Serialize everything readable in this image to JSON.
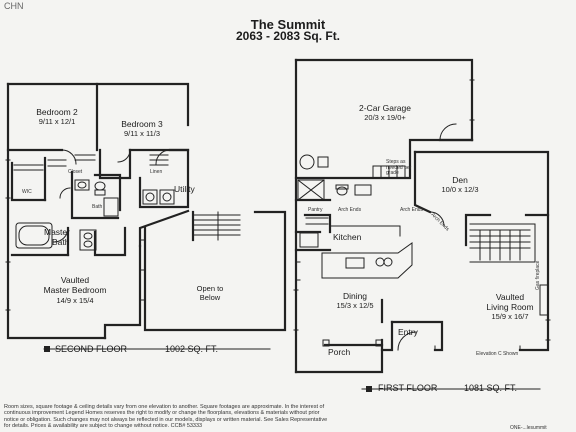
{
  "header": {
    "corner_mark": "CHN",
    "title": "The Summit",
    "subtitle": "2063 - 2083 Sq. Ft."
  },
  "second_floor": {
    "label": "SECOND FLOOR",
    "area": "1002 SQ. FT.",
    "rooms": {
      "bedroom2": {
        "name": "Bedroom 2",
        "dims": "9/11 x 12/1"
      },
      "bedroom3": {
        "name": "Bedroom 3",
        "dims": "9/11 x 11/3"
      },
      "utility": {
        "name": "Utility"
      },
      "master_bath": {
        "name_line1": "Master",
        "name_line2": "Bath"
      },
      "master_bedroom": {
        "name_line1": "Vaulted",
        "name_line2": "Master Bedroom",
        "dims": "14/9 x 15/4"
      },
      "open_to_below": {
        "line1": "Open to",
        "line2": "Below"
      }
    },
    "small_labels": {
      "closet": "Closet",
      "bath": "Bath",
      "wic": "WIC",
      "linen": "Linen"
    }
  },
  "first_floor": {
    "label": "FIRST FLOOR",
    "area": "1081 SQ. FT.",
    "rooms": {
      "garage": {
        "name": "2-Car Garage",
        "dims": "20/3 x 19/0+"
      },
      "den": {
        "name": "Den",
        "dims": "10/0 x 12/3"
      },
      "kitchen": {
        "name": "Kitchen"
      },
      "dining": {
        "name": "Dining",
        "dims": "15/3 x 12/5"
      },
      "living": {
        "name_line1": "Vaulted",
        "name_line2": "Living Room",
        "dims": "15/9 x 16/7"
      },
      "porch": {
        "name": "Porch"
      },
      "entry": {
        "name": "Entry"
      }
    },
    "small_labels": {
      "steps": "Steps as needed per grade",
      "pantry": "Pantry",
      "arch_ends1": "Arch Ends",
      "arch_ends2": "Arch Ends",
      "arch_ends3": "Arch Ends",
      "elevation": "Elevation C Shown",
      "fireplace": "Gas fireplace"
    }
  },
  "footer": {
    "disclaimer": "Room sizes, square footage & ceiling details vary from one elevation to another. Square footages are approximate. In the interest of continuous improvement Legend Homes reserves the right to modify or change the floorplans, elevations & materials without prior notice or obligation. Such changes may not always be reflected in our models, displays or written material. See Sales Representative for details. Prices & availability are subject to change without notice. CCB# 53333",
    "code": "ONE-...lesummit"
  }
}
